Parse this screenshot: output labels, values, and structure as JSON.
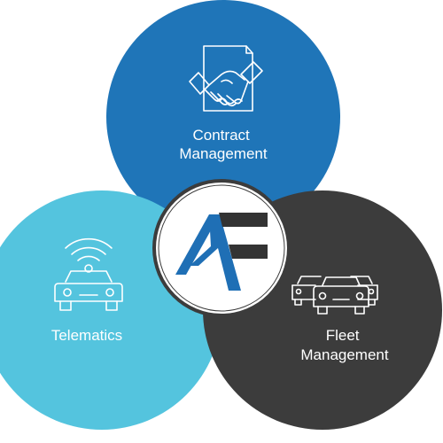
{
  "colors": {
    "contract": "#1f75b8",
    "telematics": "#54c4de",
    "fleet": "#3c3c3c",
    "hub_fill": "#ffffff",
    "hub_ring": "#3c3c3c",
    "logo_blue": "#1f6fb5",
    "logo_dark": "#333333",
    "label_text": "#ffffff"
  },
  "circles": {
    "contract": {
      "label_line1": "Contract",
      "label_line2": "Management",
      "icon": "handshake-document-icon"
    },
    "telematics": {
      "label_line1": "Telematics",
      "icon": "connected-car-icon"
    },
    "fleet": {
      "label_line1": "Fleet",
      "label_line2": "Management",
      "icon": "car-fleet-icon"
    }
  },
  "hub": {
    "icon": "company-logo"
  }
}
